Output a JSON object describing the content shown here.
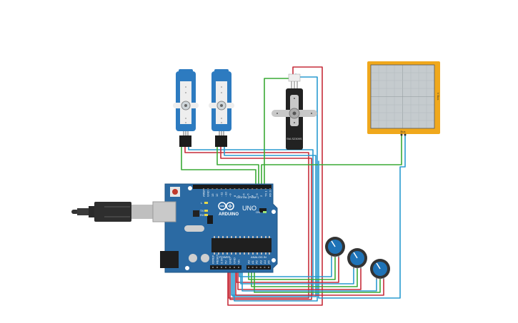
{
  "board": {
    "brand": "ARDUINO",
    "model": "UNO",
    "digital_label": "DIGITAL (PWM~)",
    "power_label": "POWER",
    "analog_label": "ANALOG IN",
    "tx_label": "TX",
    "rx_label": "RX",
    "l_label": "L",
    "on_label": "ON",
    "digital_pins": [
      "AREF",
      "GND",
      "13",
      "12",
      "~11",
      "~10",
      "~9",
      "8",
      "7",
      "~6",
      "~5",
      "4",
      "~3",
      "2",
      "TX 1",
      "RX 0"
    ],
    "power_pins": [
      "IOREF",
      "RESET",
      "3.3V",
      "5V",
      "GND",
      "GND",
      "Vin"
    ],
    "analog_pins": [
      "A0",
      "A1",
      "A2",
      "A3",
      "A4",
      "A5"
    ]
  },
  "servo_big": {
    "label": "SM-S2309S"
  },
  "oscilloscope": {
    "side_label": "V Bus",
    "bottom_label": "Bus"
  },
  "colors": {
    "wire_red": "#c62d3a",
    "wire_blue": "#2a9bd0",
    "wire_green": "#3aaa35",
    "board_blue": "#2b6aa3",
    "servo_blue": "#2d7bc0",
    "scope_frame": "#f0a81c",
    "scope_screen": "#c5cbce",
    "knob_blue": "#1f73b7"
  }
}
